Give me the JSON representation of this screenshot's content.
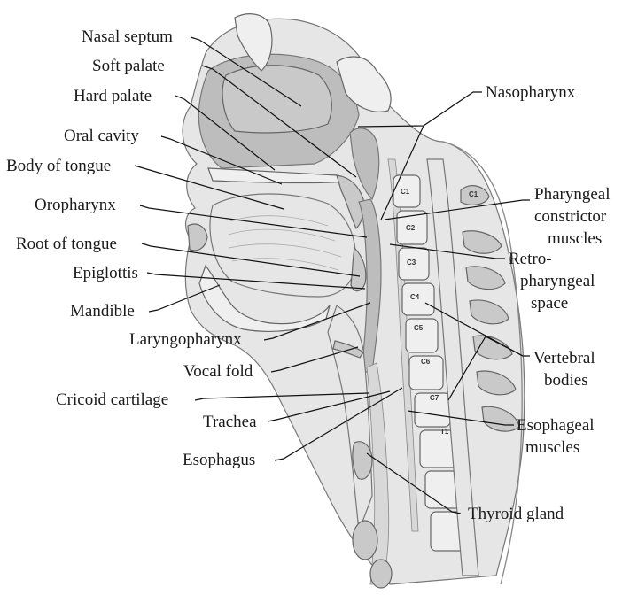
{
  "labels": {
    "nasal_septum": "Nasal septum",
    "soft_palate": "Soft palate",
    "hard_palate": "Hard palate",
    "oral_cavity": "Oral cavity",
    "body_of_tongue": "Body of tongue",
    "oropharynx": "Oropharynx",
    "root_of_tongue": "Root of tongue",
    "epiglottis": "Epiglottis",
    "mandible": "Mandible",
    "laryngopharynx": "Laryngopharynx",
    "vocal_fold": "Vocal fold",
    "cricoid_cartilage": "Cricoid cartilage",
    "trachea": "Trachea",
    "esophagus": "Esophagus",
    "nasopharynx": "Nasopharynx",
    "pharyngeal_line1": "Pharyngeal",
    "pharyngeal_line2": "constrictor",
    "pharyngeal_line3": "muscles",
    "retro_line1": "Retro-",
    "retro_line2": "pharyngeal",
    "retro_line3": "space",
    "vertebral_line1": "Vertebral",
    "vertebral_line2": "bodies",
    "esophageal_line1": "Esophageal",
    "esophageal_line2": "muscles",
    "thyroid_gland": "Thyroid gland"
  },
  "vertebrae": [
    "C1",
    "C2",
    "C3",
    "C4",
    "C5",
    "C6",
    "C7",
    "T1"
  ],
  "spine_c1": "C1"
}
